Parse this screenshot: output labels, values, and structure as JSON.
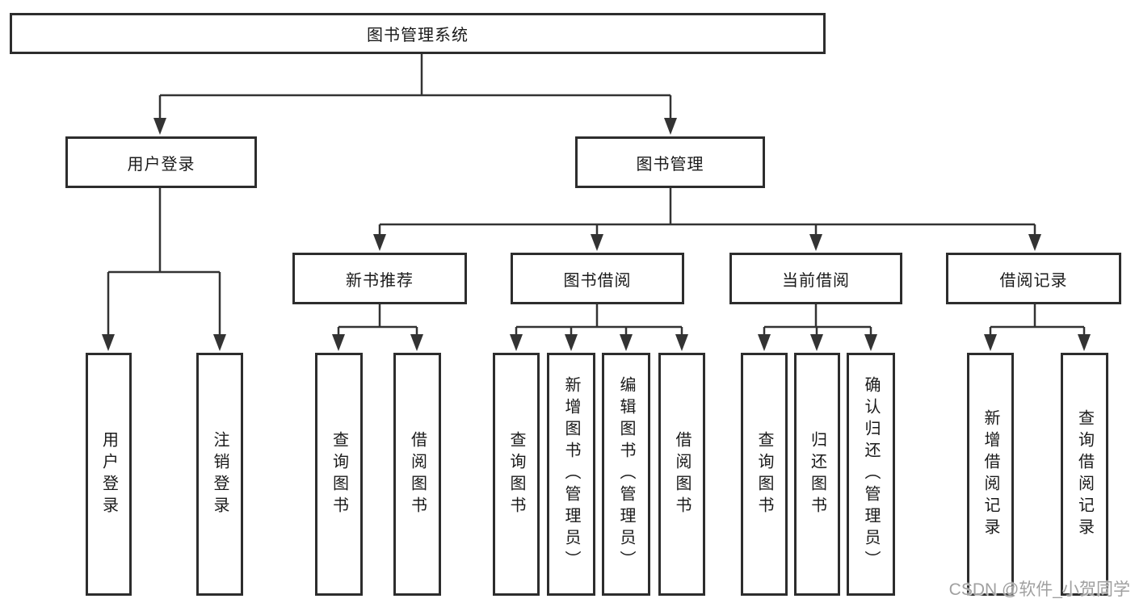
{
  "watermark": {
    "text": "CSDN @软件_小贺同学"
  },
  "colors": {
    "line": "#333333",
    "box_border": "#2d2d2d",
    "box_background": "#ffffff",
    "text": "#1a1a1a",
    "watermark": "#a0a0a0",
    "page_background": "#ffffff"
  },
  "nodes": {
    "root": {
      "label": "图书管理系统"
    },
    "userLogin": {
      "label": "用户登录"
    },
    "bookMgmt": {
      "label": "图书管理"
    },
    "newBooks": {
      "label": "新书推荐"
    },
    "bookBorrow": {
      "label": "图书借阅"
    },
    "currentBorrow": {
      "label": "当前借阅"
    },
    "borrowRecords": {
      "label": "借阅记录"
    },
    "leafUserLogin": {
      "label": "用户登录"
    },
    "leafLogout": {
      "label": "注销登录"
    },
    "leafNbQuery": {
      "label": "查询图书"
    },
    "leafNbBorrow": {
      "label": "借阅图书"
    },
    "leafBbQuery": {
      "label": "查询图书"
    },
    "leafBbAdd": {
      "label": "新增图书（管理员）"
    },
    "leafBbEdit": {
      "label": "编辑图书（管理员）"
    },
    "leafBbBorrow": {
      "label": "借阅图书"
    },
    "leafCbQuery": {
      "label": "查询图书"
    },
    "leafCbReturn": {
      "label": "归还图书"
    },
    "leafCbConfirm": {
      "label": "确认归还（管理员）"
    },
    "leafBrAdd": {
      "label": "新增借阅记录"
    },
    "leafBrQuery": {
      "label": "查询借阅记录"
    }
  }
}
